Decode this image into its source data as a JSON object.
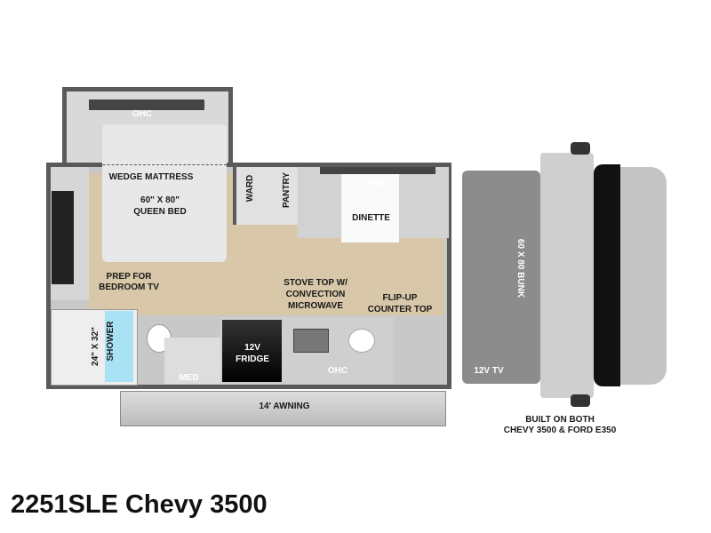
{
  "title": "2251SLE Chevy 3500",
  "labels": {
    "bedroom_ohc": "OHC",
    "wedge_mattress": "WEDGE MATTRESS",
    "bed_size": "60\" X 80\"",
    "bed_type": "QUEEN BED",
    "ward": "WARD",
    "pantry": "PANTRY",
    "dinette_ohc": "OHC",
    "dinette": "DINETTE",
    "bunk": "60 X 80 BUNK",
    "prep_tv_1": "PREP FOR",
    "prep_tv_2": "BEDROOM TV",
    "stove_1": "STOVE TOP W/",
    "stove_2": "CONVECTION",
    "stove_3": "MICROWAVE",
    "flip_1": "FLIP-UP",
    "flip_2": "COUNTER TOP",
    "shower_size": "24\" X 32\"",
    "shower": "SHOWER",
    "fridge_1": "12V",
    "fridge_2": "FRIDGE",
    "med": "MED",
    "kitchen_ohc": "OHC",
    "tv": "12V TV",
    "awning": "14' AWNING",
    "chassis_1": "BUILT ON BOTH",
    "chassis_2": "CHEVY 3500 & FORD E350"
  },
  "colors": {
    "wall": "#5a5a5a",
    "floor": "#d8c7a8",
    "bunk": "#8c8c8c",
    "shower": "#a9e2f5"
  }
}
